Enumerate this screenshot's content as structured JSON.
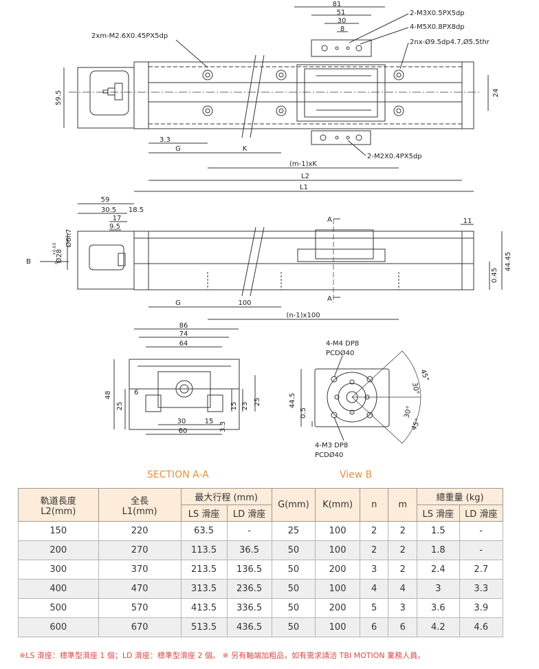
{
  "top_view": {
    "dims": {
      "d81": "81",
      "d51": "51",
      "d30": "30",
      "d8": "8",
      "h59_5": "59.5",
      "h24": "24",
      "d3_3": "3.3",
      "g": "G",
      "k": "K",
      "m1k": "(m-1)xK",
      "l2": "L2",
      "l1": "L1"
    },
    "callouts": {
      "top_tap": "2xm-M2.6X0.45PX5dp",
      "m3": "2-M3X0.5PX5dp",
      "m5": "4-M5X0.8PX8dp",
      "holes": "2nx-Ø9.5dp4.7,Ø5.5thr",
      "m2": "2-M2X0.4PX5dp"
    }
  },
  "side_view": {
    "dims": {
      "d59": "59",
      "d30_5": "30.5",
      "d18_5": "18.5",
      "d17": "17",
      "d9_5": "9.5",
      "d6h7": "Ø6h7",
      "d28": "Ø28",
      "tol_upper": "+0.03",
      "tol_lower": "0",
      "d11": "11",
      "h0_45": "0.45",
      "h44_45": "44.45",
      "g": "G",
      "d100": "100",
      "n1x100": "(n-1)x100",
      "b": "B",
      "a_top": "A",
      "a_bottom": "A"
    }
  },
  "section_view": {
    "dims": {
      "d86": "86",
      "d74": "74",
      "d64": "64",
      "h48": "48",
      "h25": "25",
      "d6": "6",
      "d30": "30",
      "d15": "15",
      "d60": "60",
      "h15": "15",
      "h23": "23",
      "h25r": "25",
      "h3_3": "3.3"
    },
    "label": "SECTION A-A"
  },
  "end_view": {
    "dims": {
      "m4": "4-M4 DP8",
      "pcd40a": "PCDØ40",
      "m3": "4-M3 DP8",
      "pcd40b": "PCDØ40",
      "h44_5": "44.5",
      "h0_5": "0.5",
      "a45a": "45°",
      "a30a": "30°",
      "a30b": "30°",
      "a45b": "45°"
    },
    "label": "View B"
  },
  "table": {
    "header": {
      "rail_length": "軌道長度",
      "rail_length_unit": "L2(mm)",
      "total_length": "全長",
      "total_length_unit": "L1(mm)",
      "max_stroke": "最大行程 (mm)",
      "ls": "LS 滑座",
      "ld": "LD 滑座",
      "g": "G(mm)",
      "k": "K(mm)",
      "n": "n",
      "m": "m",
      "weight": "總重量 (kg)",
      "ls_w": "LS 滑座",
      "ld_w": "LD 滑座"
    },
    "rows": [
      [
        "150",
        "220",
        "63.5",
        "-",
        "25",
        "100",
        "2",
        "2",
        "1.5",
        "-"
      ],
      [
        "200",
        "270",
        "113.5",
        "36.5",
        "50",
        "100",
        "2",
        "2",
        "1.8",
        "-"
      ],
      [
        "300",
        "370",
        "213.5",
        "136.5",
        "50",
        "200",
        "3",
        "2",
        "2.4",
        "2.7"
      ],
      [
        "400",
        "470",
        "313.5",
        "236.5",
        "50",
        "100",
        "4",
        "4",
        "3",
        "3.3"
      ],
      [
        "500",
        "570",
        "413.5",
        "336.5",
        "50",
        "200",
        "5",
        "3",
        "3.6",
        "3.9"
      ],
      [
        "600",
        "670",
        "513.5",
        "436.5",
        "50",
        "100",
        "6",
        "6",
        "4.2",
        "4.6"
      ]
    ]
  },
  "footnote": "※LS 滑座：標準型滑座 1 個；LD 滑座：標準型滑座 2 個。 ※ 另有軸端加粗品，如有需求請洽 TBI MOTION 業務人員。",
  "colors": {
    "accent": "#e3913a",
    "header_bg": "#fcecd9",
    "footnote": "#d84848"
  }
}
